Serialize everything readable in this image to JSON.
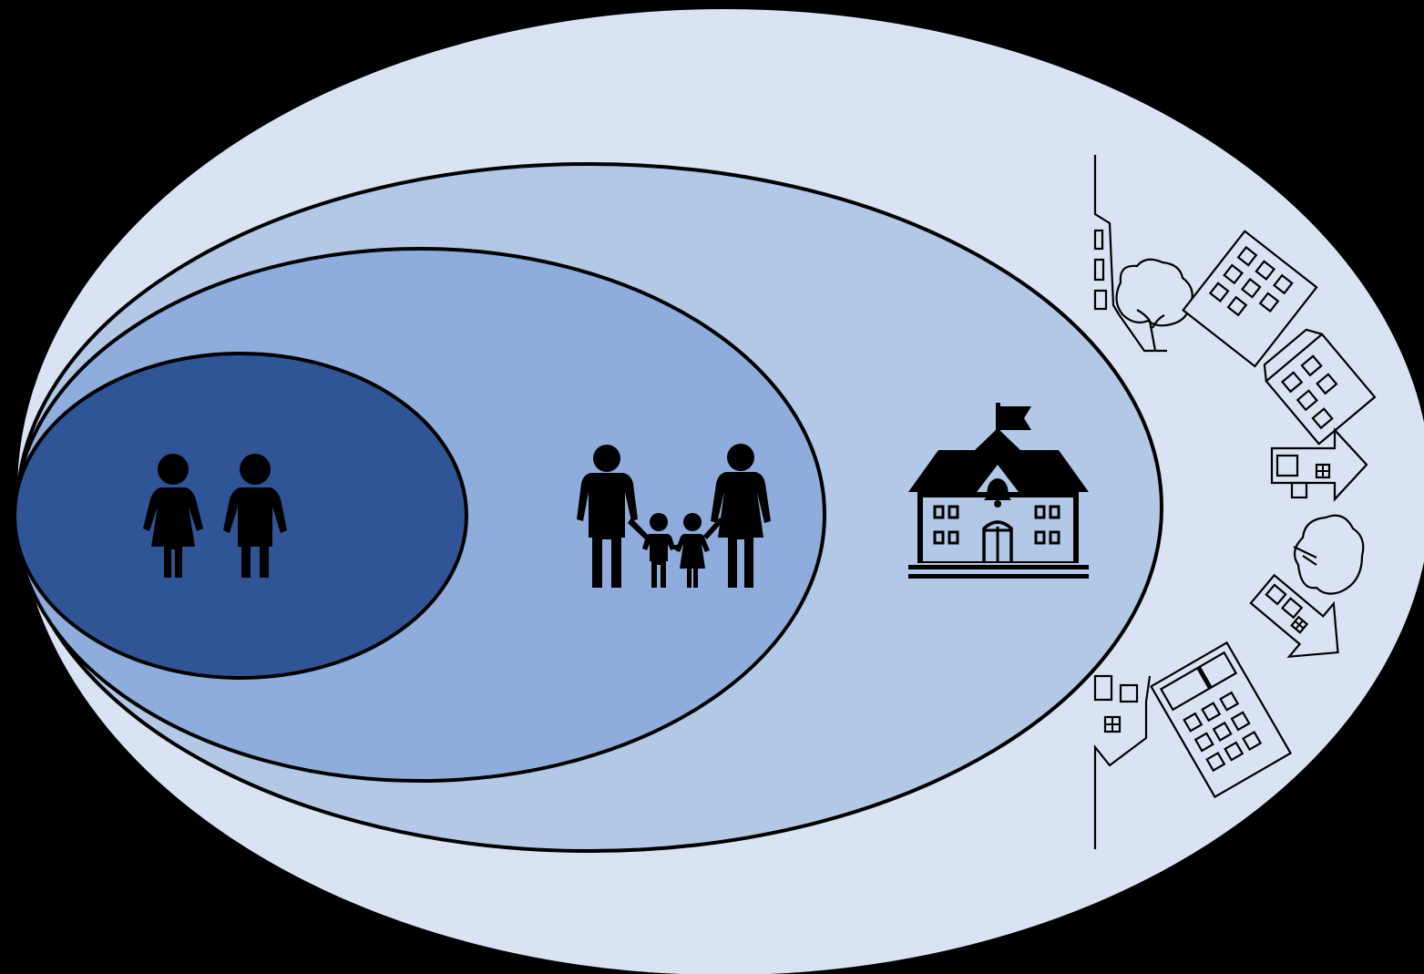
{
  "diagram": {
    "type": "nested-ellipses",
    "layers": [
      {
        "level": "outer",
        "icon": "city-buildings-icon",
        "fill": "#d9e3f3"
      },
      {
        "level": "third",
        "icon": "school-building-icon",
        "fill": "#b3c7e6"
      },
      {
        "level": "second",
        "icon": "family-icon",
        "fill": "#8eacdc"
      },
      {
        "level": "inner",
        "icon": "couple-icon",
        "fill": "#2f5597"
      }
    ],
    "background": "#000000",
    "outline": "#000000"
  }
}
